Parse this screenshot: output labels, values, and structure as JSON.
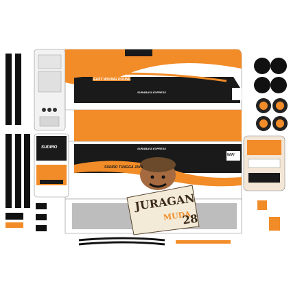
{
  "sheet": {
    "side_label_top": "EAST WOUNG DOUNG",
    "side_label_top_small": "SURABAYA EXPRESS",
    "side_label_bottom": "SUDIRO TUNGGA JAYA",
    "side_label_bottom_small": "SURABAYA EXPRESS",
    "front_label": "SUDIRO",
    "window_tag": "WiFi",
    "watermark_line1": "JURAGAN",
    "watermark_line2": "MUDA",
    "watermark_number": "28"
  },
  "colors": {
    "orange": "#f28c28",
    "dark": "#1a1a1a",
    "grey": "#bdbdbd",
    "cream": "#f3e6d6"
  }
}
